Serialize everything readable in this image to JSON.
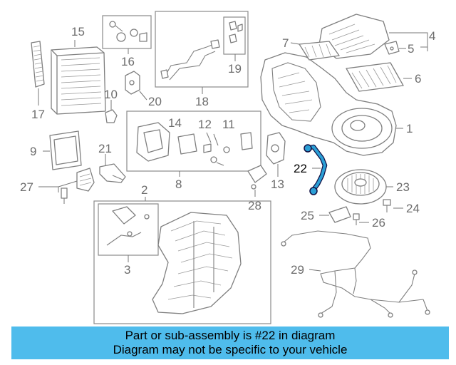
{
  "diagram": {
    "labels": {
      "p1": "1",
      "p2": "2",
      "p3": "3",
      "p4": "4",
      "p5": "5",
      "p6": "6",
      "p7": "7",
      "p8": "8",
      "p9": "9",
      "p10": "10",
      "p11": "11",
      "p12": "12",
      "p13": "13",
      "p14": "14",
      "p15": "15",
      "p16": "16",
      "p17": "17",
      "p18": "18",
      "p19": "19",
      "p20": "20",
      "p21": "21",
      "p22": "22",
      "p23": "23",
      "p24": "24",
      "p25": "25",
      "p26": "26",
      "p27": "27",
      "p28": "28",
      "p29": "29"
    },
    "highlight_color": "#2b9fd6"
  },
  "banner": {
    "line1": "Part or sub-assembly is #22 in diagram",
    "line2": "Diagram may not be specific to your vehicle",
    "background": "#4fbcec"
  }
}
